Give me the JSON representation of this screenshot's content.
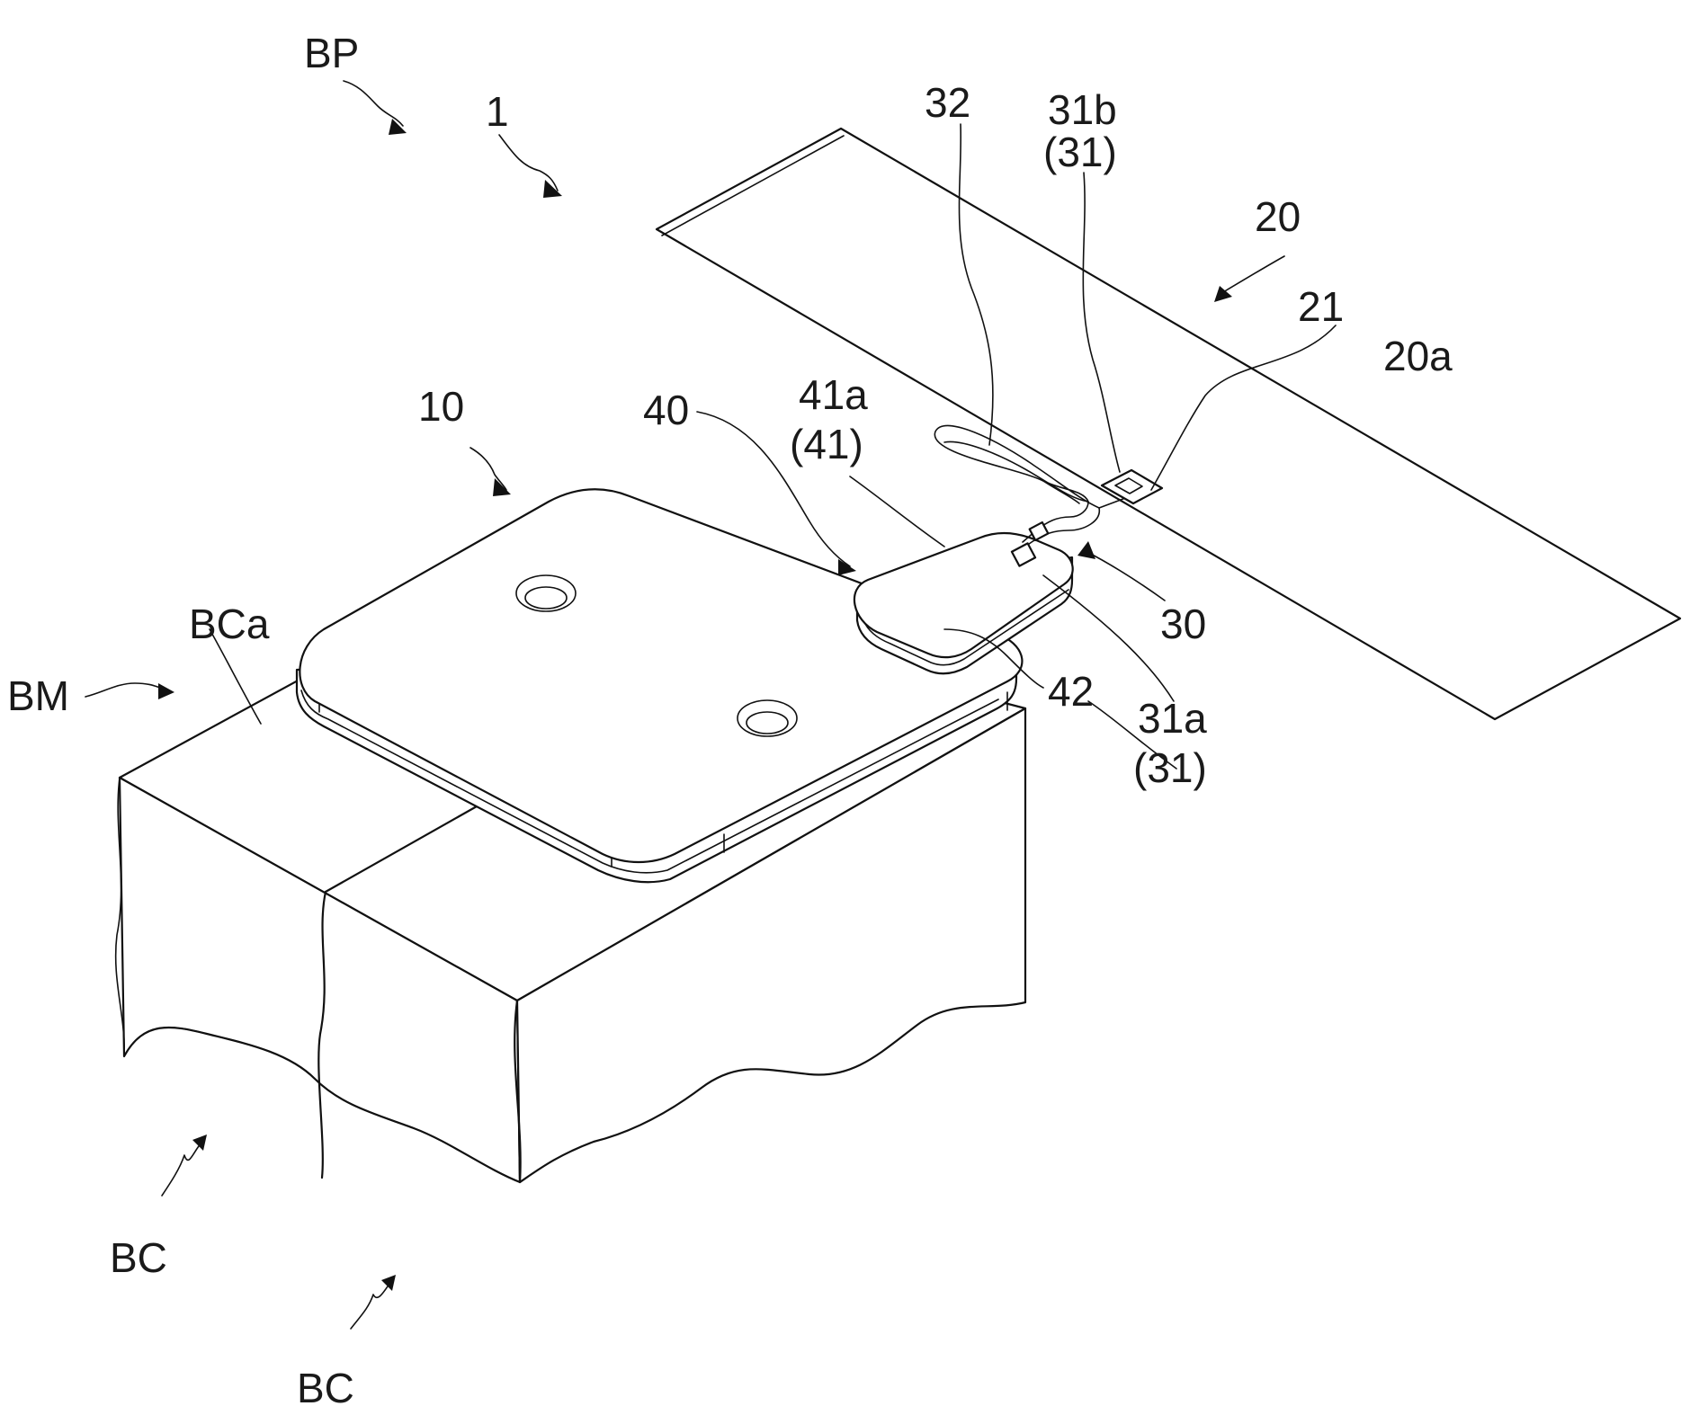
{
  "labels": {
    "bp": "BP",
    "one": "1",
    "thirty_two": "32",
    "thirty_one_b": "31b",
    "thirty_one_b_paren": "(31)",
    "twenty": "20",
    "twenty_one": "21",
    "twenty_a": "20a",
    "ten": "10",
    "forty": "40",
    "forty_one_a": "41a",
    "forty_one_a_paren": "(41)",
    "bca": "BCa",
    "bm": "BM",
    "thirty": "30",
    "forty_two": "42",
    "thirty_one_a": "31a",
    "thirty_one_a_paren": "(31)",
    "bc_left": "BC",
    "bc_bottom": "BC"
  }
}
